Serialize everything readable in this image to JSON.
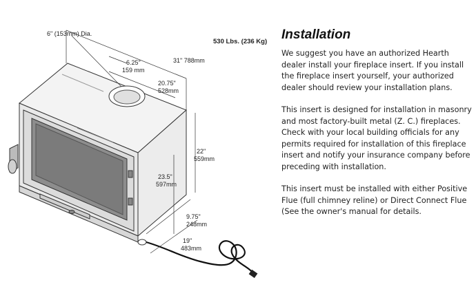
{
  "diagram": {
    "weight_label": "530 Lbs. (236 Kg)",
    "flue_label": "6\" (153mm) Dia.",
    "dim_625": "6.25\"",
    "dim_625_mm": "159 mm",
    "dim_31": "31\" 788mm",
    "dim_2075": "20.75\"",
    "dim_2075_mm": "528mm",
    "dim_22": "22\"",
    "dim_22_mm": "559mm",
    "dim_235": "23.5\"",
    "dim_235_mm": "597mm",
    "dim_975": "9.75\"",
    "dim_975_mm": "248mm",
    "dim_19": "19\"",
    "dim_19_mm": "483mm"
  },
  "content": {
    "title": "Installation",
    "paragraphs": [
      "We suggest you have an authorized Hearth dealer install your fireplace insert.  If you install the fireplace insert yourself, your authorized dealer should review your installation plans.",
      "This insert is designed for installation in masonry and most factory-built metal (Z. C.) fireplaces. Check with your local building officials for any permits required for installation of this fireplace insert and notify your insurance company before preceding with installation.",
      "This insert must be installed with either Positive Flue (full chimney reline) or Direct Connect Flue (See the owner's manual for details."
    ]
  }
}
